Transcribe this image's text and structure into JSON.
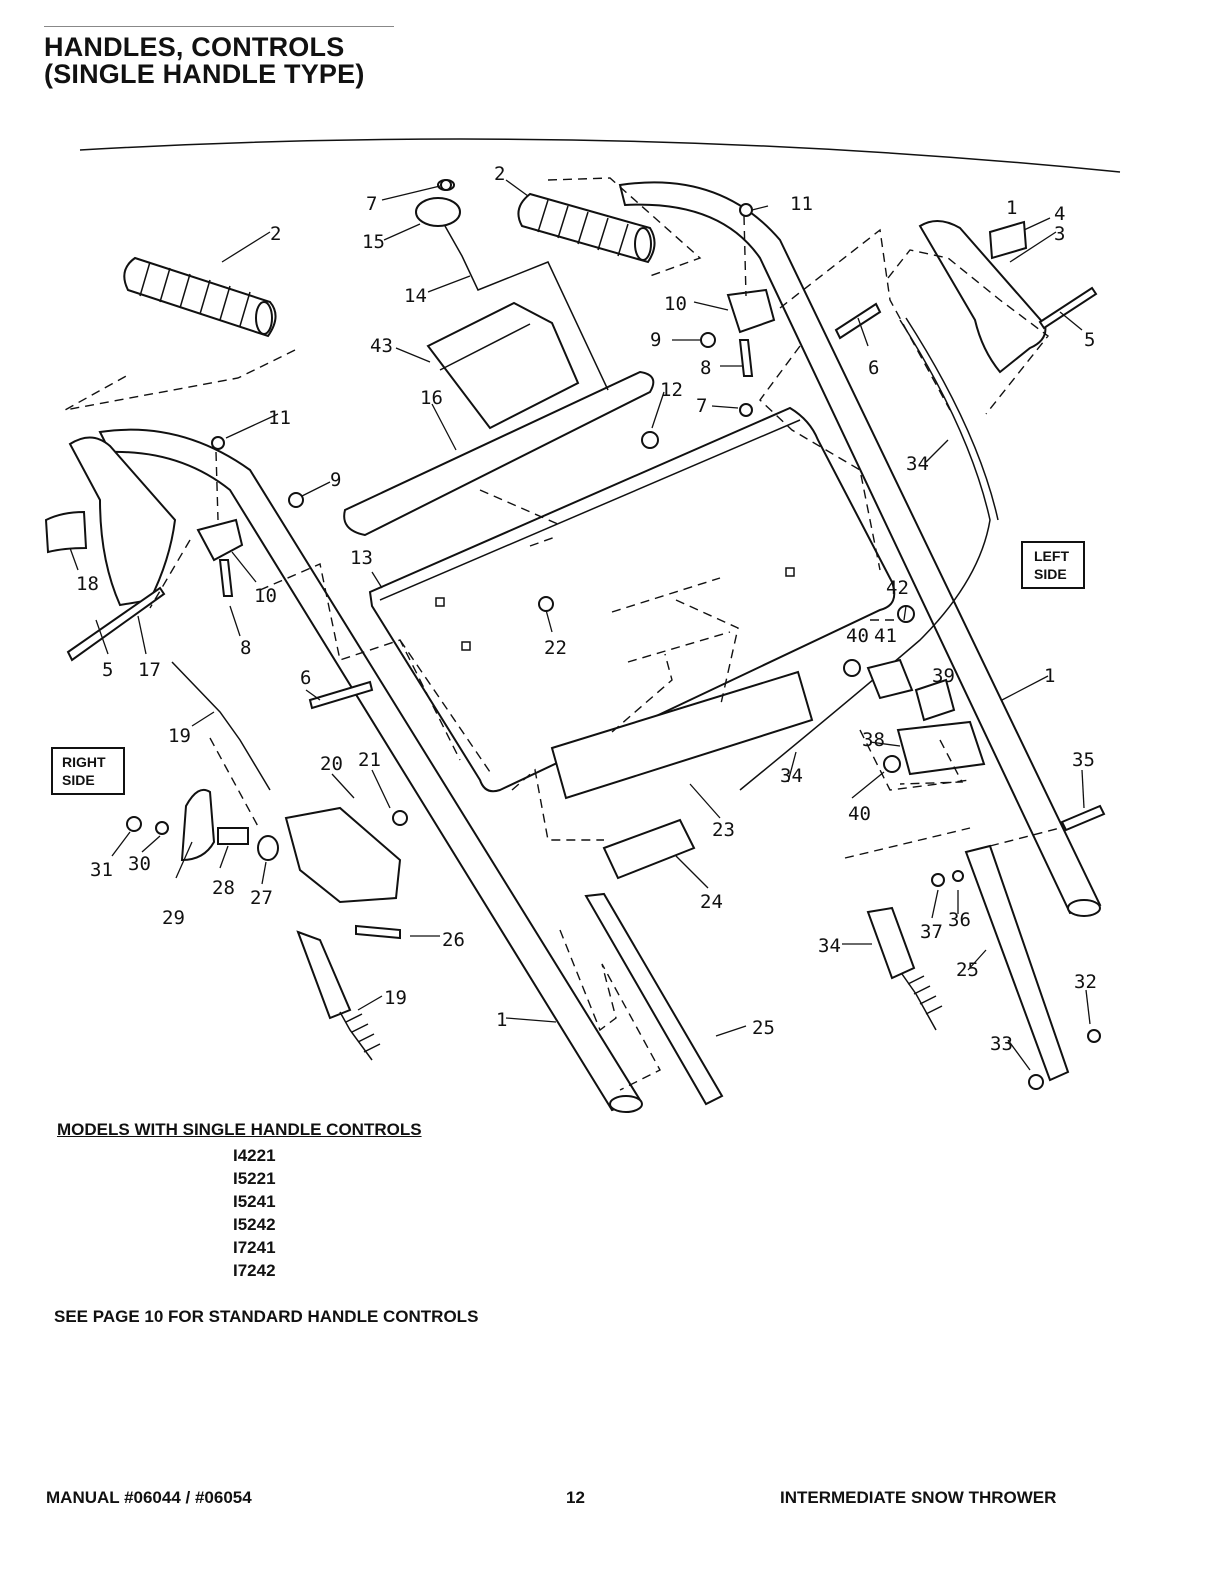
{
  "header": {
    "title_line1": "HANDLES, CONTROLS",
    "title_line2": "(SINGLE HANDLE TYPE)"
  },
  "diagram": {
    "side_labels": {
      "left": [
        "LEFT",
        "SIDE"
      ],
      "right": [
        "RIGHT",
        "SIDE"
      ]
    },
    "callouts": [
      "1",
      "1",
      "1",
      "2",
      "2",
      "3",
      "4",
      "5",
      "5",
      "6",
      "6",
      "7",
      "7",
      "8",
      "8",
      "9",
      "9",
      "10",
      "10",
      "11",
      "11",
      "12",
      "13",
      "14",
      "15",
      "16",
      "17",
      "18",
      "19",
      "19",
      "20",
      "21",
      "22",
      "23",
      "24",
      "25",
      "25",
      "26",
      "27",
      "28",
      "29",
      "30",
      "31",
      "32",
      "33",
      "34",
      "34",
      "34",
      "35",
      "36",
      "37",
      "38",
      "39",
      "40",
      "40",
      "41",
      "42",
      "43"
    ]
  },
  "models": {
    "heading": "MODELS WITH SINGLE HANDLE CONTROLS",
    "list": [
      "I4221",
      "I5221",
      "I5241",
      "I5242",
      "I7241",
      "I7242"
    ]
  },
  "note": "SEE PAGE 10 FOR STANDARD HANDLE CONTROLS",
  "footer": {
    "manual": "MANUAL #06044 / #06054",
    "page": "12",
    "product": "INTERMEDIATE SNOW THROWER"
  }
}
